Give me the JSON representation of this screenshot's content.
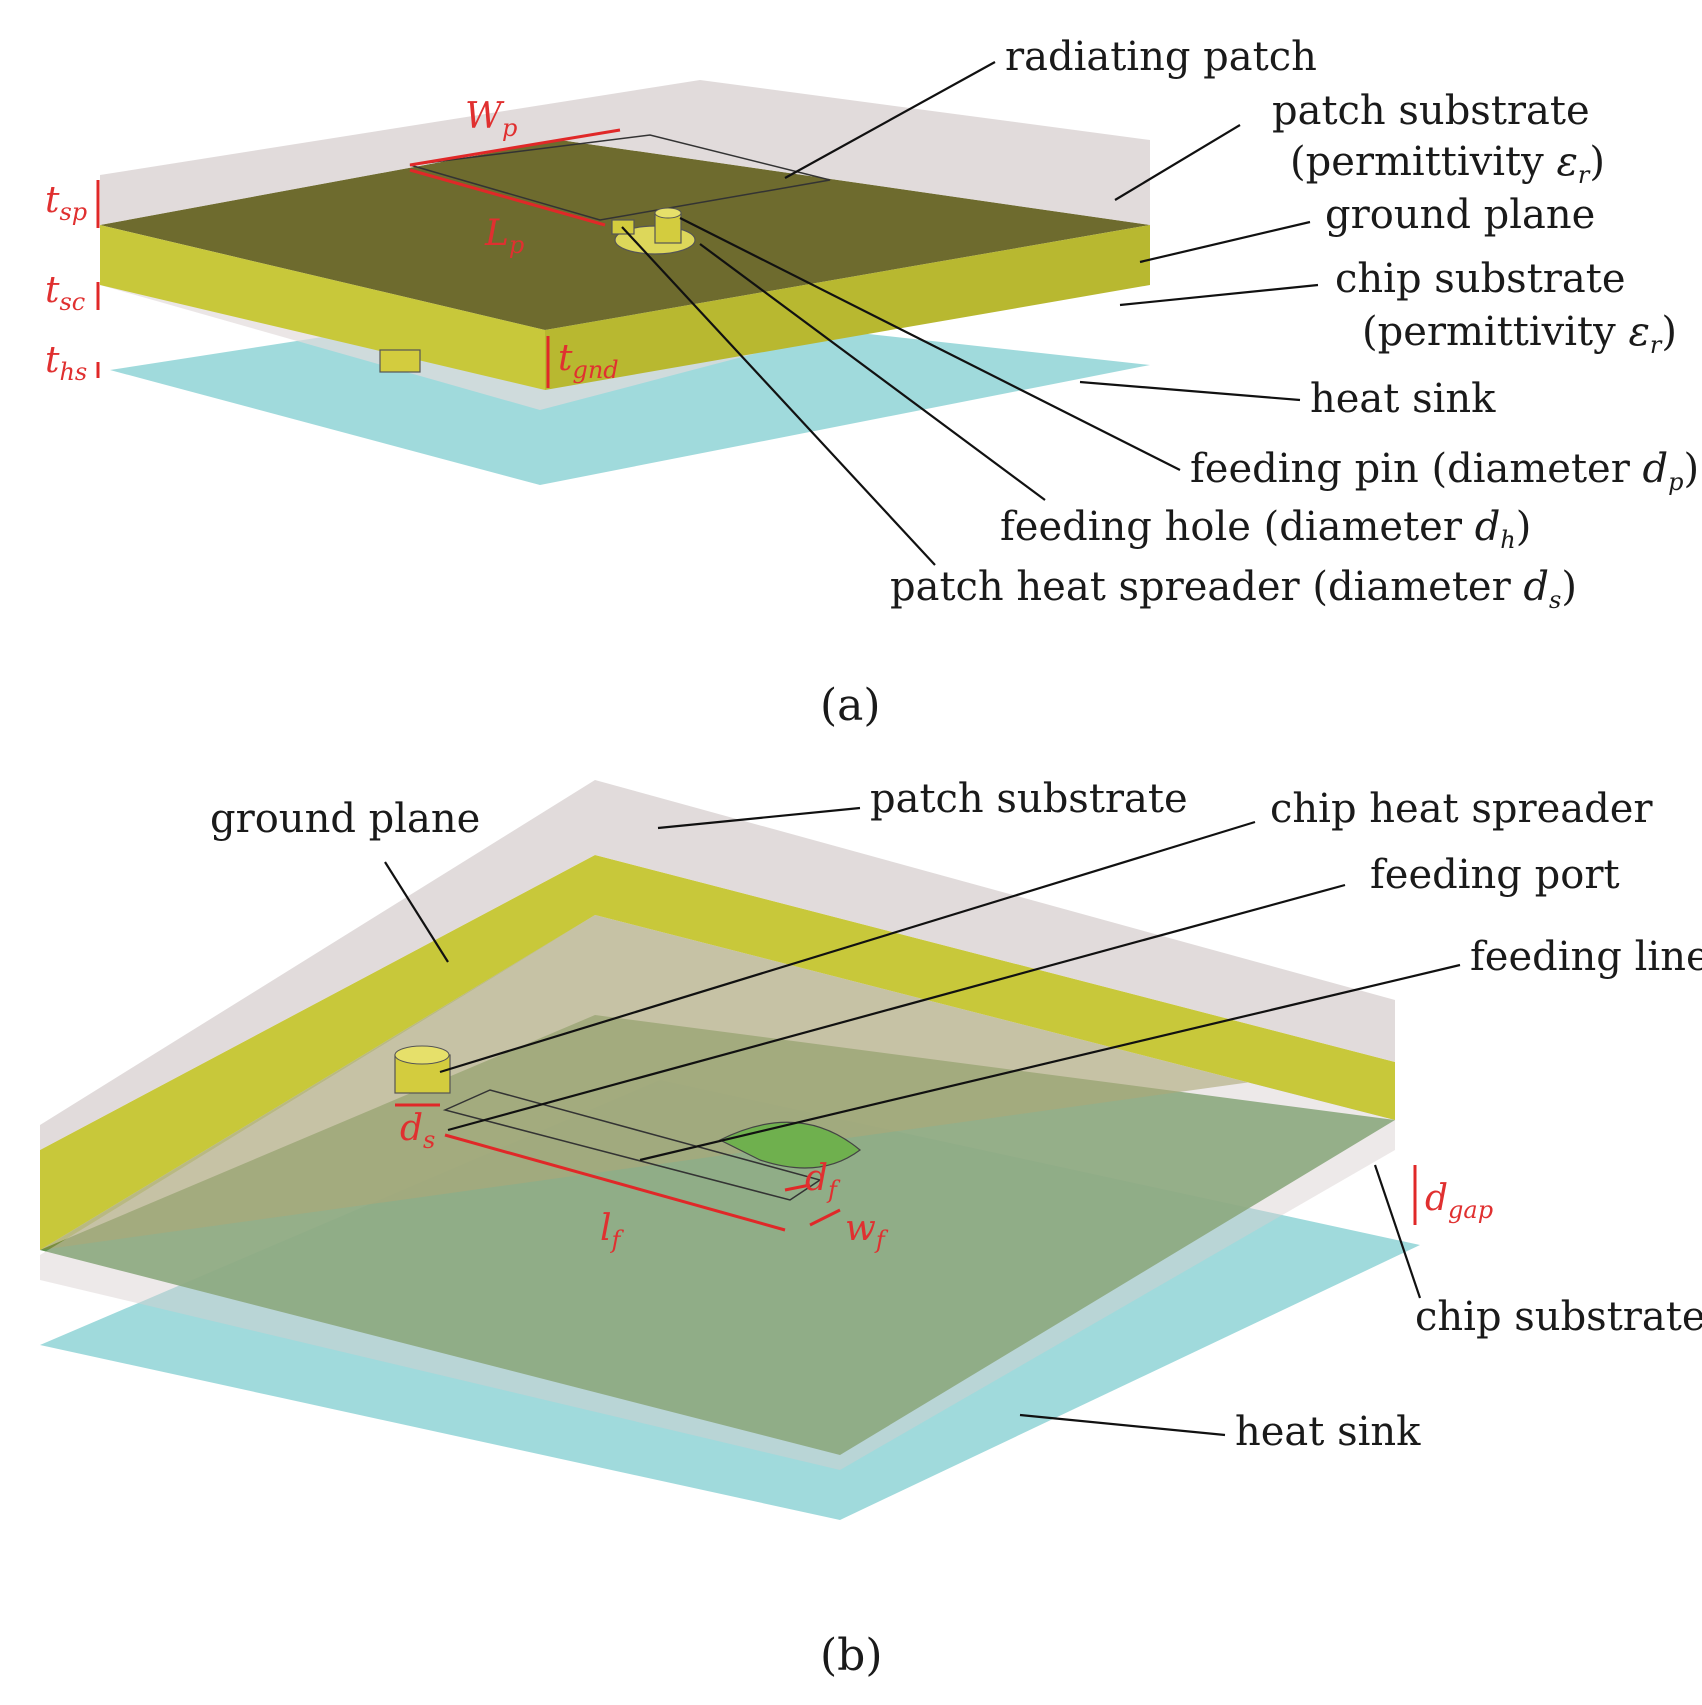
{
  "panel_a": {
    "caption": "(a)",
    "labels": {
      "radiating_patch": "radiating patch",
      "patch_substrate": "patch substrate",
      "patch_permittivity_prefix": "(permittivity ",
      "patch_permittivity_sym": "ε",
      "patch_permittivity_sub": "r",
      "patch_permittivity_suffix": ")",
      "ground_plane": "ground plane",
      "chip_substrate": "chip substrate",
      "chip_permittivity_prefix": "(permittivity ",
      "chip_permittivity_sym": "ε",
      "chip_permittivity_sub": "r",
      "chip_permittivity_suffix": ")",
      "heat_sink": "heat sink",
      "feeding_pin_prefix": "feeding pin (diameter ",
      "feeding_pin_sym": "d",
      "feeding_pin_sub": "p",
      "feeding_pin_suffix": ")",
      "feeding_hole_prefix": "feeding hole (diameter ",
      "feeding_hole_sym": "d",
      "feeding_hole_sub": "h",
      "feeding_hole_suffix": ")",
      "heat_spreader_prefix": "patch heat spreader (diameter ",
      "heat_spreader_sym": "d",
      "heat_spreader_sub": "s",
      "heat_spreader_suffix": ")"
    },
    "dims": {
      "wp_sym": "W",
      "wp_sub": "p",
      "lp_sym": "L",
      "lp_sub": "p",
      "tsp_sym": "t",
      "tsp_sub": "sp",
      "tsc_sym": "t",
      "tsc_sub": "sc",
      "ths_sym": "t",
      "ths_sub": "hs",
      "tgnd_sym": "t",
      "tgnd_sub": "gnd"
    }
  },
  "panel_b": {
    "caption": "(b)",
    "labels": {
      "ground_plane": "ground plane",
      "patch_substrate": "patch substrate",
      "chip_heat_spreader": "chip heat spreader",
      "feeding_port": "feeding port",
      "feeding_line": "feeding line",
      "chip_substrate": "chip substrate",
      "heat_sink": "heat sink"
    },
    "dims": {
      "ds_sym": "d",
      "ds_sub": "s",
      "lf_sym": "l",
      "lf_sub": "f",
      "df_sym": "d",
      "df_sub": "f",
      "wf_sym": "w",
      "wf_sub": "f",
      "dgap_sym": "d",
      "dgap_sub": "gap"
    }
  },
  "colors": {
    "substrate": "#d9d2d2",
    "ground_plane_top": "#6e6b2e",
    "ground_plane_side": "#c8c83a",
    "heat_sink": "#8fd3d6",
    "chip_substrate_green": "#4f8a3e",
    "dimension_red": "#e02828"
  }
}
